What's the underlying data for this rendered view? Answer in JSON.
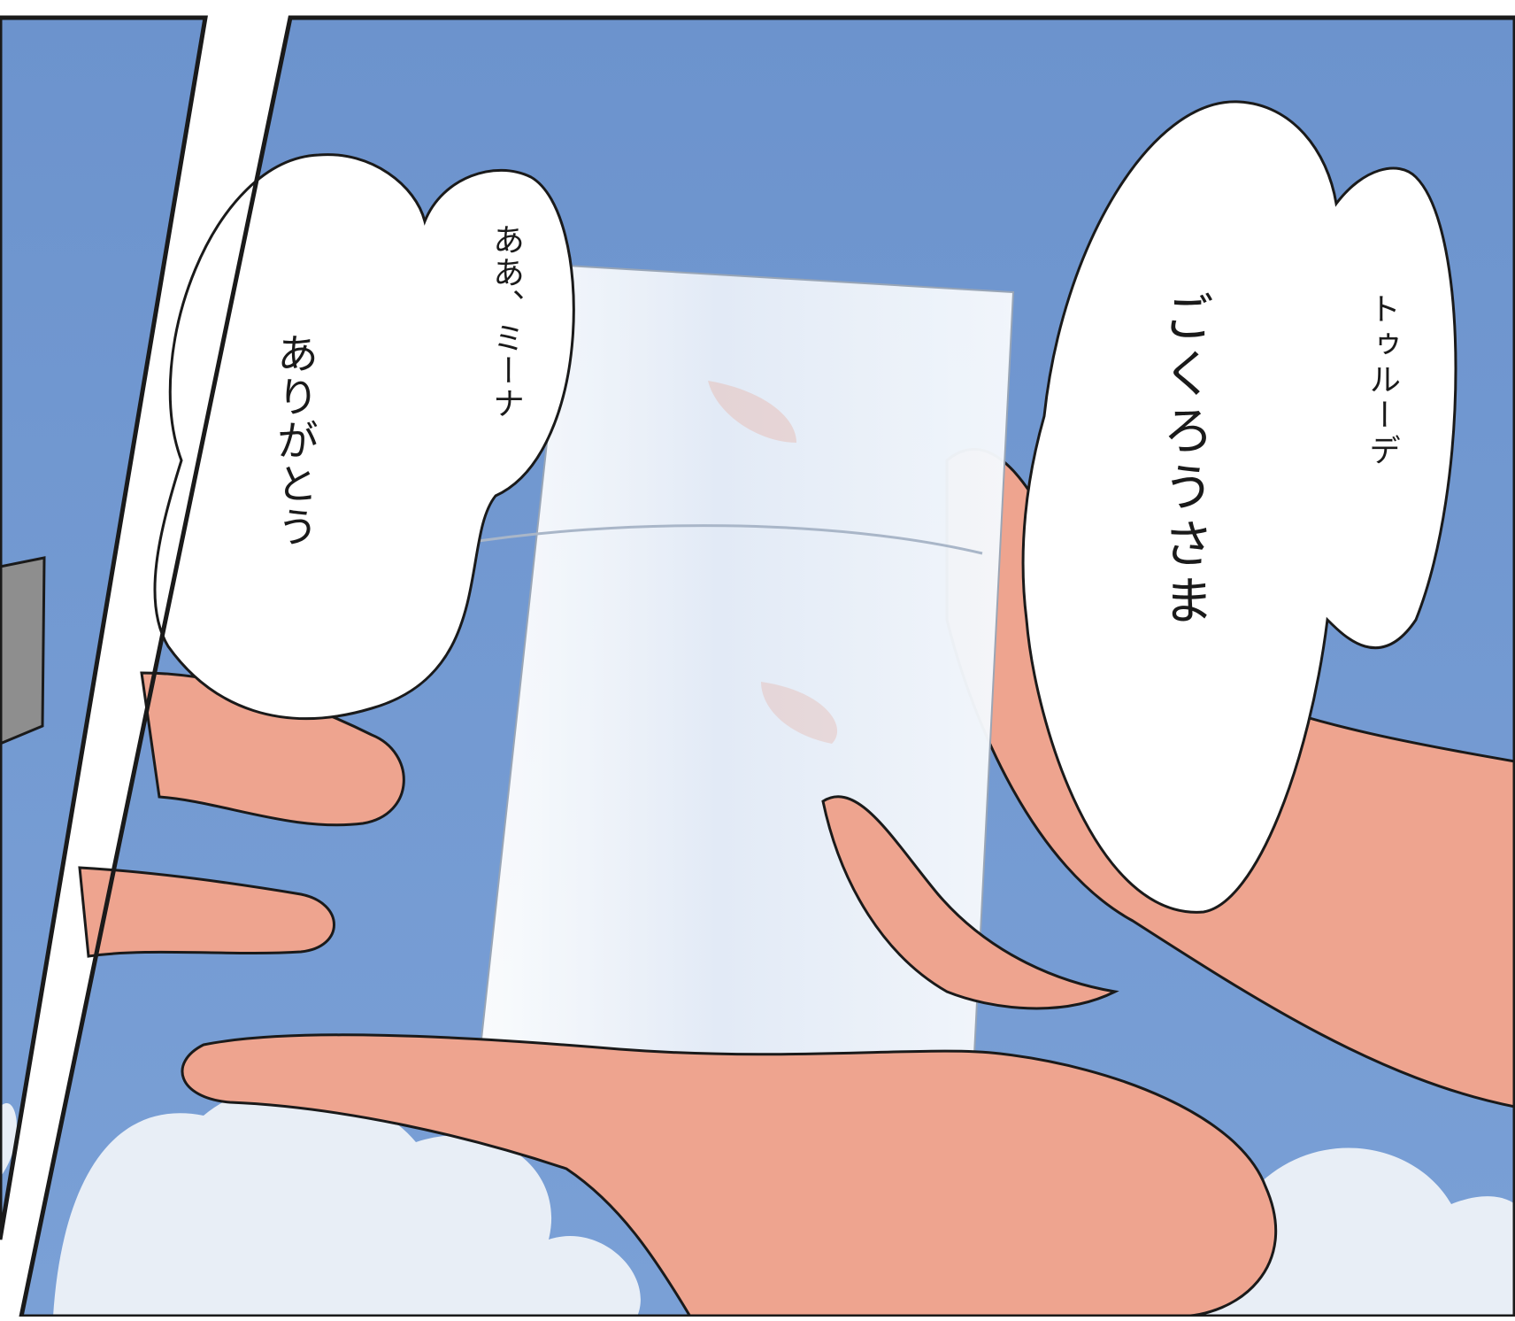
{
  "panel": {
    "sky_color": "#6f95cf",
    "cloud_color": "#e8eef6",
    "skin_color": "#eea48f",
    "glass_color": "#eef3fb",
    "border_color": "#1a1a1a"
  },
  "bubbles": {
    "left": {
      "lines": [
        "ありがとう",
        "ああ、ミーナ"
      ]
    },
    "right": {
      "lines": [
        "ごくろうさま",
        "トゥルーデ"
      ]
    }
  }
}
